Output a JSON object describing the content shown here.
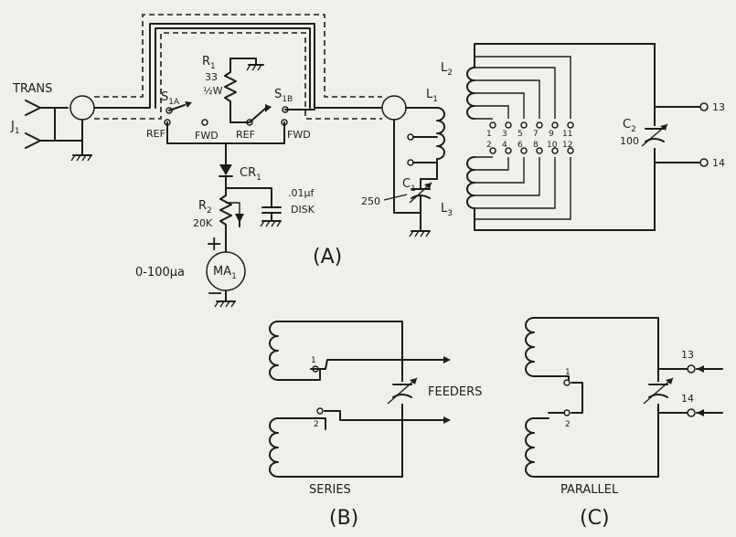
{
  "diagram": {
    "panel_a": {
      "label": "(A)",
      "trans": "TRANS",
      "j1": "J",
      "j1_sub": "1",
      "r1": "R",
      "r1_sub": "1",
      "r1_value": "33",
      "r1_watt": "½W",
      "s1a": "S",
      "s1a_sub": "1A",
      "s1b": "S",
      "s1b_sub": "1B",
      "ref": "REF",
      "fwd": "FWD",
      "ref2": "REF",
      "fwd2": "FWD",
      "cr1": "CR",
      "cr1_sub": "1",
      "cap_value": ".01µf",
      "cap_type": "DISK",
      "r2": "R",
      "r2_sub": "2",
      "r2_value": "20K",
      "plus": "+",
      "minus": "−",
      "meter_range": "0-100µa",
      "ma1": "MA",
      "ma1_sub": "1",
      "l1": "L",
      "l1_sub": "1",
      "c1": "C",
      "c1_sub": "1",
      "c1_value": "250",
      "l2": "L",
      "l2_sub": "2",
      "l3": "L",
      "l3_sub": "3",
      "c2": "C",
      "c2_sub": "2",
      "c2_value": "100",
      "t13": "13",
      "t14": "14",
      "taps_top": [
        "1",
        "3",
        "5",
        "7",
        "9",
        "11"
      ],
      "taps_bottom": [
        "2",
        "4",
        "6",
        "8",
        "10",
        "12"
      ]
    },
    "panel_b": {
      "label": "(B)",
      "caption": "SERIES",
      "feeders": "FEEDERS",
      "tap1": "1",
      "tap2": "2"
    },
    "panel_c": {
      "label": "(C)",
      "caption": "PARALLEL",
      "tap1": "1",
      "tap2": "2",
      "t13": "13",
      "t14": "14"
    }
  }
}
